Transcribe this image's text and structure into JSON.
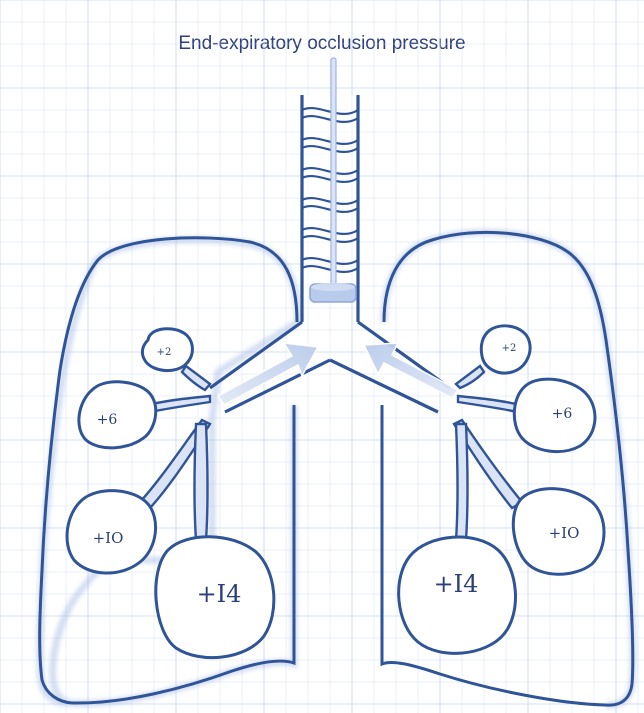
{
  "title": "End-expiratory occlusion pressure",
  "alveolus_labels": {
    "left": [
      "+2",
      "+6",
      "+IO",
      "+I4"
    ],
    "right": [
      "+2",
      "+6",
      "+IO",
      "+I4"
    ]
  },
  "colors": {
    "outline": "#2f5497",
    "fill_light": "#dbe4f6",
    "arrow_fill": "#c9d7ef",
    "grid": "#c8d6f0",
    "label": "#2a3f78"
  }
}
